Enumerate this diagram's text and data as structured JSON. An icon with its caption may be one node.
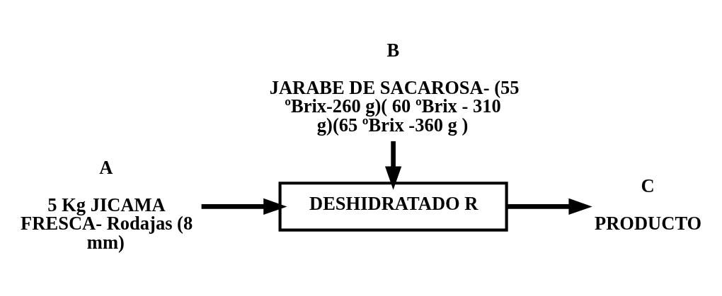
{
  "diagram": {
    "nodes": [
      {
        "text": [
          "A",
          "5 Kg JICAMA FRESCA- Rodajas (8 mm)"
        ]
      },
      {
        "text": [
          "B",
          "JARABE DE SACAROSA- (55 ºBrix-260 g)( 60 ºBrix - 310 g)(65 ºBrix -360 g )"
        ]
      },
      {
        "text": [
          "DESHIDRATADO R"
        ]
      },
      {
        "text": [
          "C",
          "PRODUCTO"
        ]
      }
    ],
    "edges": [
      {
        "from": 0,
        "to": 2,
        "arrow": "to"
      },
      {
        "from": 1,
        "to": 2,
        "arrow": "to"
      },
      {
        "from": 2,
        "to": 3,
        "arrow": "to"
      }
    ]
  }
}
